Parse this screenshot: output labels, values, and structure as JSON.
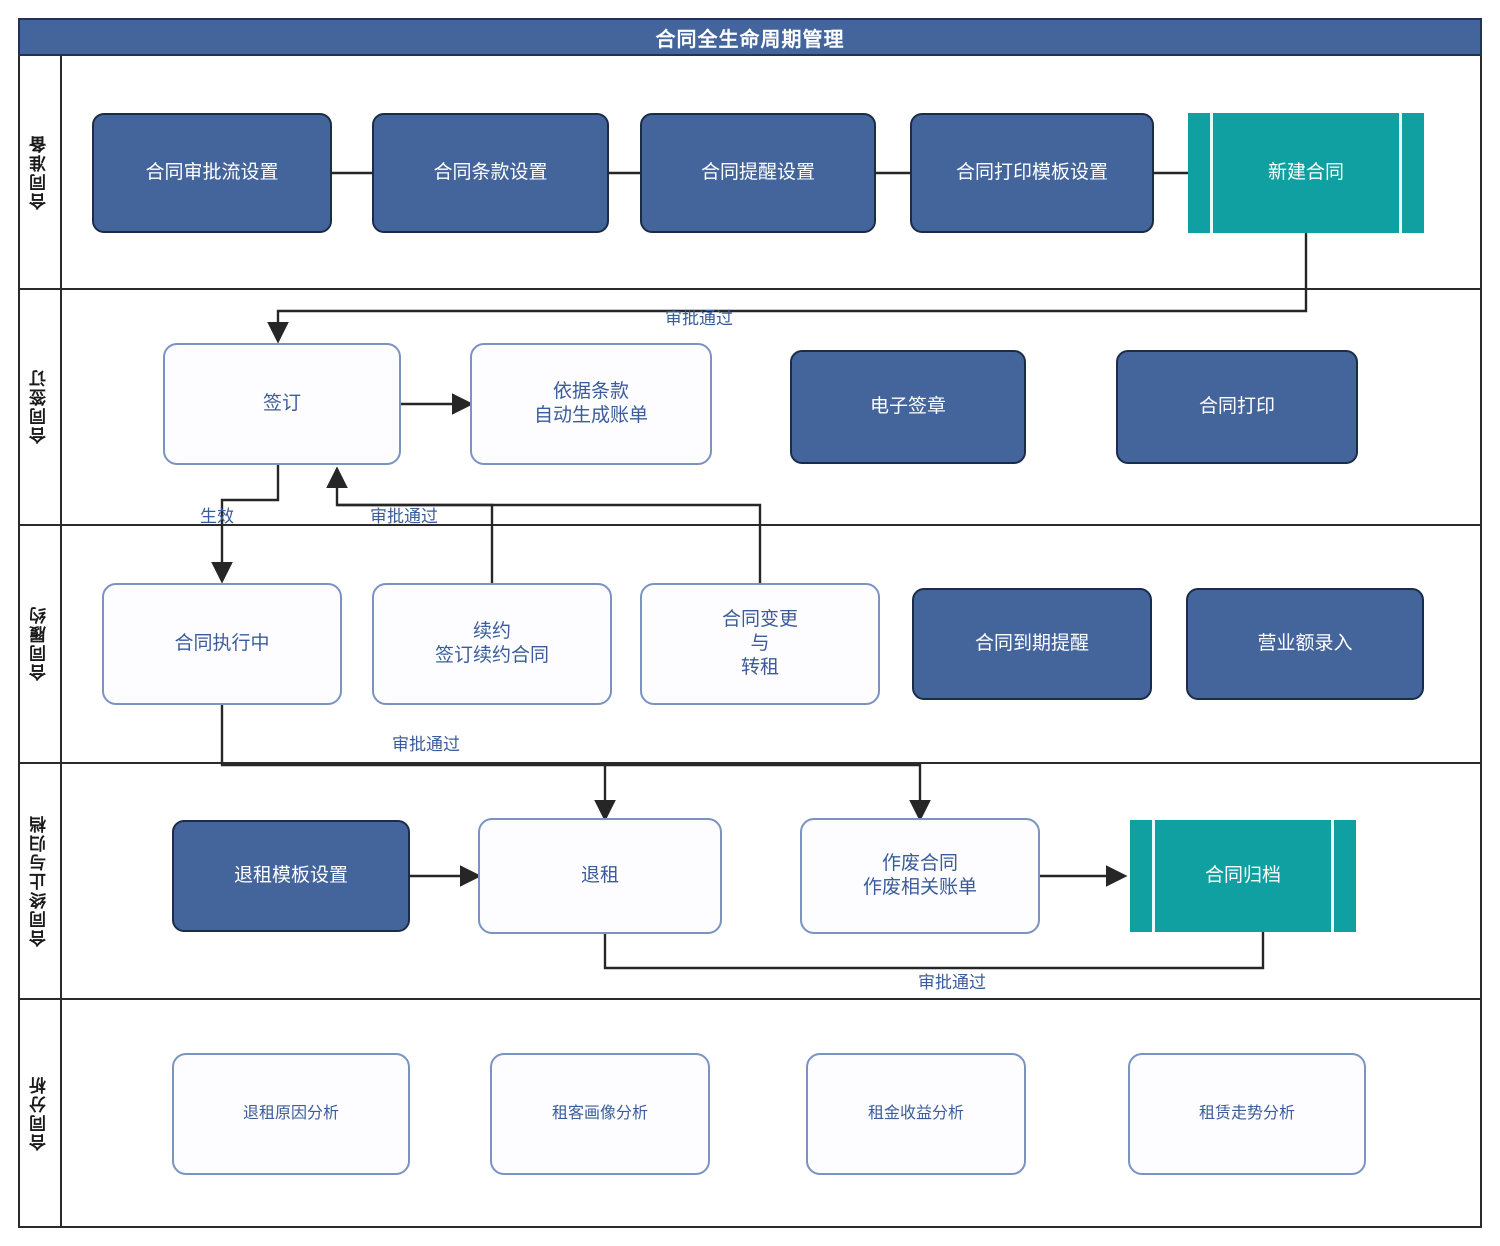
{
  "title": "合同全生命周期管理",
  "colors": {
    "header_bg": "#44659c",
    "filled_node": "#44659c",
    "outline_node_border": "#7a93c0",
    "outline_node_text": "#3b5c9a",
    "highlight_teal": "#10a0a2",
    "frame": "#2b2b2b",
    "connector": "#262626",
    "label_text": "#3b5c9a"
  },
  "lanes": [
    {
      "id": "prep",
      "label": "合同准备"
    },
    {
      "id": "sign",
      "label": "合同签订"
    },
    {
      "id": "perform",
      "label": "合同履约"
    },
    {
      "id": "terminate",
      "label": "合同终止与归档"
    },
    {
      "id": "analyze",
      "label": "合同分析"
    }
  ],
  "nodes": {
    "approval_flow_setup": "合同审批流设置",
    "clause_setup": "合同条款设置",
    "reminder_setup": "合同提醒设置",
    "print_template_setup": "合同打印模板设置",
    "new_contract": "新建合同",
    "sign": "签订",
    "auto_bill": "依据条款\n自动生成账单",
    "e_seal": "电子签章",
    "contract_print": "合同打印",
    "executing": "合同执行中",
    "renew": "续约\n签订续约合同",
    "change_sublease": "合同变更\n与\n转租",
    "expiry_reminder": "合同到期提醒",
    "revenue_entry": "营业额录入",
    "checkout_template": "退租模板设置",
    "checkout": "退租",
    "void_contract": "作废合同\n作废相关账单",
    "archive": "合同归档",
    "checkout_reason": "退租原因分析",
    "tenant_profile": "租客画像分析",
    "rent_revenue": "租金收益分析",
    "lease_trend": "租赁走势分析"
  },
  "edge_labels": {
    "approved_to_sign": "审批通过",
    "effective": "生效",
    "approved_back_sign": "审批通过",
    "approved_to_term": "审批通过",
    "approved_to_archive": "审批通过"
  }
}
